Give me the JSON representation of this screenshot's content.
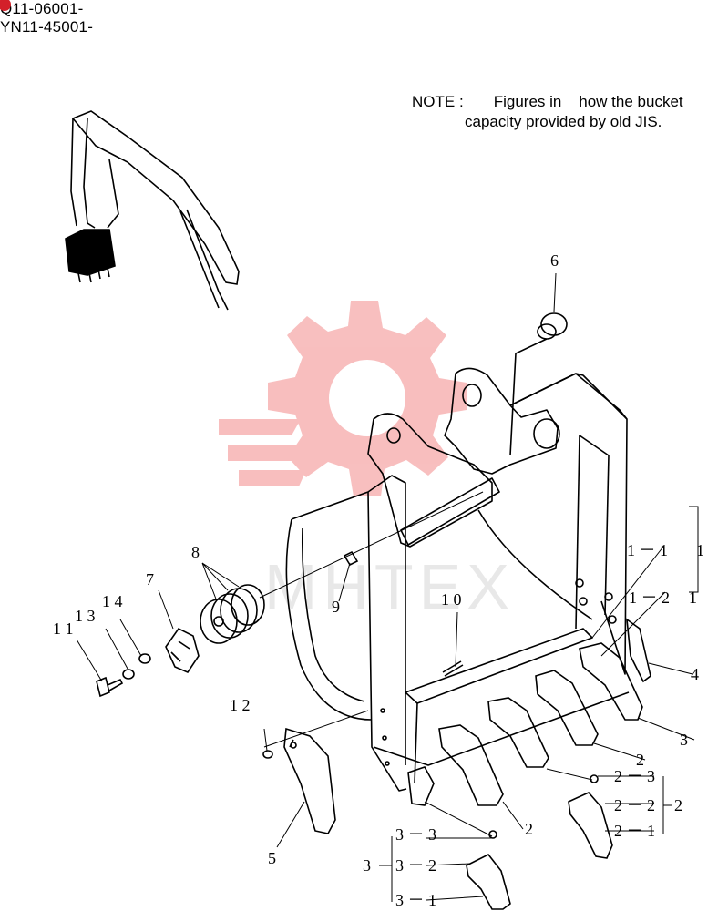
{
  "serials": [
    "Q11-06001-",
    "YN11-45001-"
  ],
  "note": {
    "line1": "NOTE :       Figures in    how the bucket",
    "line2": "capacity provided by old JIS."
  },
  "watermark": {
    "text": "MHTEX",
    "color": "#f5a5a5"
  },
  "part_labels": [
    {
      "id": "p6",
      "text": "6"
    },
    {
      "id": "p8",
      "text": "8"
    },
    {
      "id": "p7",
      "text": "7"
    },
    {
      "id": "p14",
      "text": "1 4"
    },
    {
      "id": "p13",
      "text": "1 3"
    },
    {
      "id": "p11",
      "text": "1 1"
    },
    {
      "id": "p9",
      "text": "9"
    },
    {
      "id": "p10",
      "text": "1 0"
    },
    {
      "id": "p1-1",
      "text": "1 － 1"
    },
    {
      "id": "p1",
      "text": "1"
    },
    {
      "id": "p1-2",
      "text": "1 － 2"
    },
    {
      "id": "p1b",
      "text": "1"
    },
    {
      "id": "p4",
      "text": "4"
    },
    {
      "id": "p12",
      "text": "1 2"
    },
    {
      "id": "p3",
      "text": "3"
    },
    {
      "id": "p2a",
      "text": "2"
    },
    {
      "id": "p2b",
      "text": "2"
    },
    {
      "id": "p5",
      "text": "5"
    },
    {
      "id": "p2-3",
      "text": "2 － 3"
    },
    {
      "id": "p2-2",
      "text": "2 － 2"
    },
    {
      "id": "p2c",
      "text": "2"
    },
    {
      "id": "p2-1",
      "text": "2 － 1"
    },
    {
      "id": "p3-3",
      "text": "3 － 3"
    },
    {
      "id": "p3b",
      "text": "3"
    },
    {
      "id": "p3-2",
      "text": "3 － 2"
    },
    {
      "id": "p3-1",
      "text": "3 － 1"
    }
  ]
}
